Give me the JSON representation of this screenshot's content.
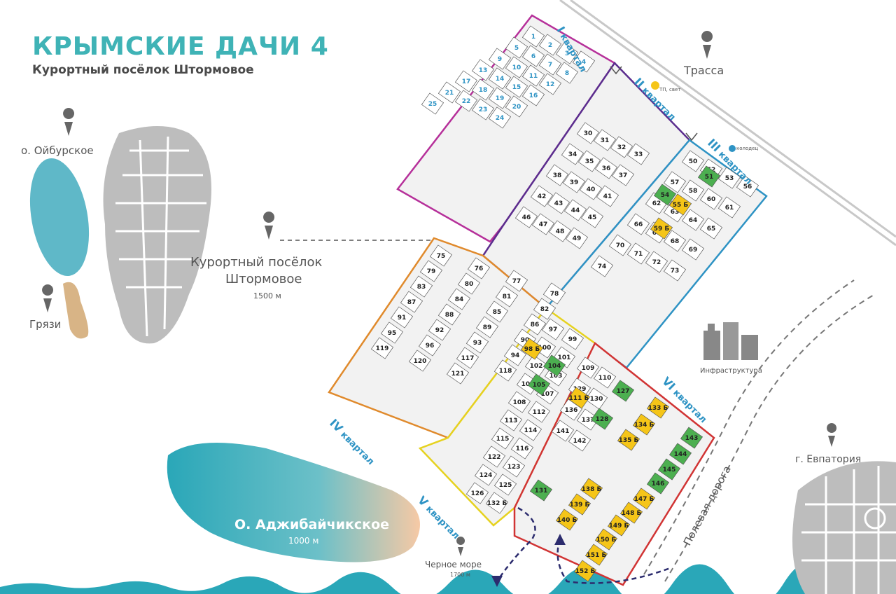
{
  "header": {
    "title": "КРЫМСКИЕ ДАЧИ 4",
    "subtitle": "Курортный посёлок Штормовое"
  },
  "places": {
    "lake_oiburskoe": "о. Ойбурское",
    "mud": "Грязи",
    "shtormovoe_line1": "Курортный посёлок",
    "shtormovoe_line2": "Штормовое",
    "shtormovoe_distance": "1500 м",
    "highway": "Трасса",
    "infrastructure": "Инфраструктура",
    "evpatoria": "г. Евпатория",
    "field_road": "Полевая дорога",
    "lake_adzhibaichik": "О. Аджибайчикское",
    "lake_adzhibaichik_distance": "1000 м",
    "black_sea": "Черное море",
    "black_sea_distance": "1700 м",
    "tp_sveta": "ТП, свет",
    "water_well": "колодец"
  },
  "quarters": [
    {
      "roman": "I",
      "word": "квартал",
      "color": "#b6309a"
    },
    {
      "roman": "II",
      "word": "квартал",
      "color": "#5b2d8e"
    },
    {
      "roman": "III",
      "word": "квартал",
      "color": "#2e93c4"
    },
    {
      "roman": "IV",
      "word": "квартал",
      "color": "#e08a2c"
    },
    {
      "roman": "V",
      "word": "квартал",
      "color": "#e6d21f"
    },
    {
      "roman": "VI",
      "word": "квартал",
      "color": "#d13434"
    }
  ],
  "legend_colors": {
    "sold": "#4caf50",
    "booked": "#f5c518",
    "free": "#ffffff",
    "road": "#bdbdbd",
    "accent": "#3fb3b6"
  },
  "plots": {
    "green": [
      "51",
      "54",
      "104",
      "105",
      "127",
      "128",
      "131",
      "143",
      "144",
      "145",
      "146"
    ],
    "yellow": [
      "55 Б",
      "59 Б",
      "98 Б",
      "111 Б",
      "133 Б",
      "134 Б",
      "135 Б",
      "138 Б",
      "139 Б",
      "140 Б",
      "147 Б",
      "148 Б",
      "149 Б",
      "150 Б",
      "151 Б",
      "152 Б"
    ],
    "q1": [
      "1",
      "2",
      "3",
      "4",
      "5",
      "6",
      "7",
      "8",
      "9",
      "10",
      "11",
      "12",
      "13",
      "14",
      "15",
      "16",
      "17",
      "18",
      "19",
      "20",
      "21",
      "22",
      "23",
      "24",
      "25"
    ],
    "q2": [
      "30",
      "31",
      "32",
      "33",
      "34",
      "35",
      "36",
      "37",
      "38",
      "39",
      "40",
      "41",
      "42",
      "43",
      "44",
      "45",
      "46",
      "47",
      "48",
      "49"
    ],
    "q3": [
      "50",
      "52",
      "53",
      "56",
      "57",
      "58",
      "60",
      "61",
      "62",
      "63",
      "64",
      "65",
      "66",
      "67",
      "68",
      "69",
      "70",
      "71",
      "72",
      "73",
      "74"
    ],
    "q4": [
      "75",
      "76",
      "77",
      "78",
      "79",
      "80",
      "81",
      "82",
      "83",
      "84",
      "85",
      "86",
      "87",
      "88",
      "89",
      "90",
      "91",
      "92",
      "93",
      "94",
      "95",
      "96",
      "117",
      "118",
      "119",
      "120",
      "121"
    ],
    "q5": [
      "97",
      "99",
      "100",
      "101",
      "102",
      "103",
      "106",
      "107",
      "108",
      "112",
      "113",
      "114",
      "115",
      "116",
      "122",
      "123",
      "124",
      "125",
      "126",
      "132 Б"
    ],
    "q6": [
      "109",
      "110",
      "129",
      "130",
      "136",
      "137",
      "141",
      "142"
    ]
  }
}
